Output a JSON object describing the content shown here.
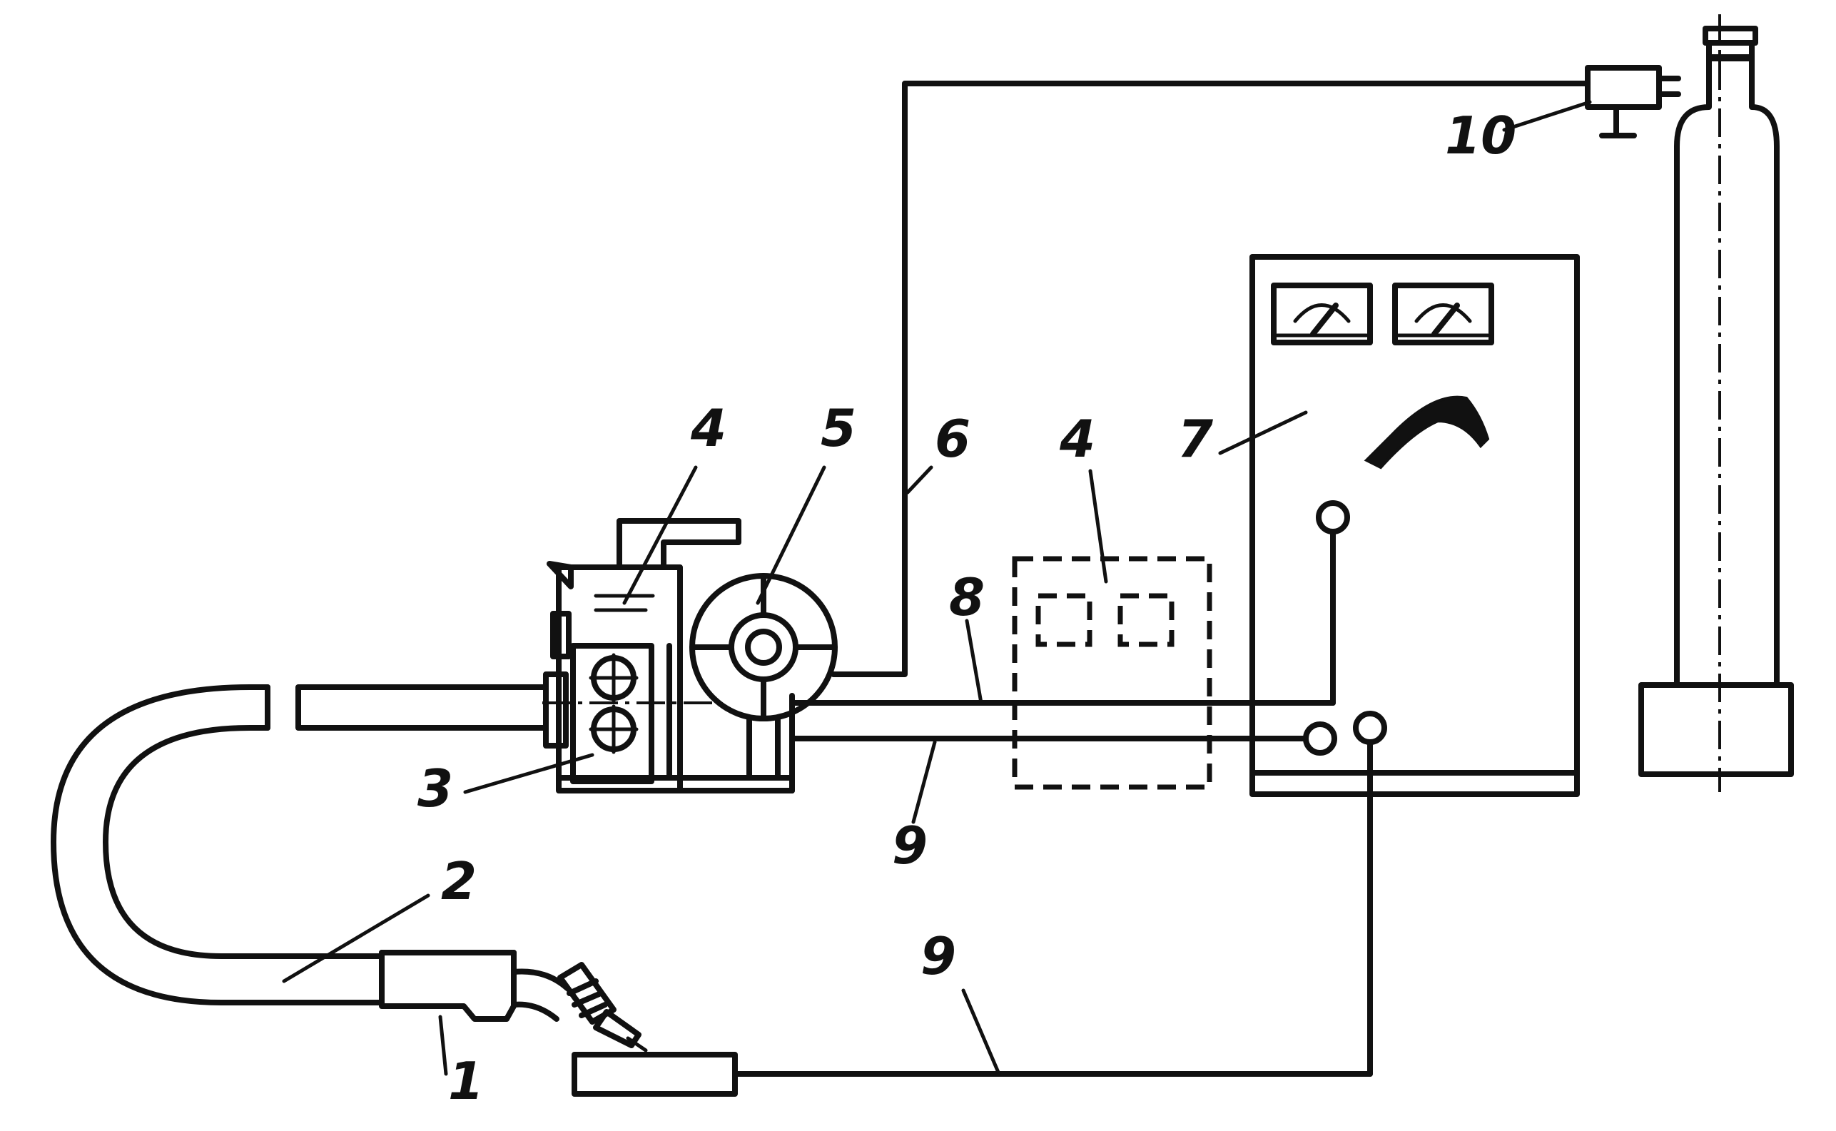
{
  "labels": {
    "torch": "1",
    "hose": "2",
    "feed_mechanism": "3",
    "feeder_cabinet": "4",
    "control_box": "4",
    "wire_spool": "5",
    "gas_hose": "6",
    "power_source": "7",
    "control_cable": "8",
    "power_cable_top": "9",
    "power_cable_bottom": "9",
    "gas_reducer": "10"
  }
}
